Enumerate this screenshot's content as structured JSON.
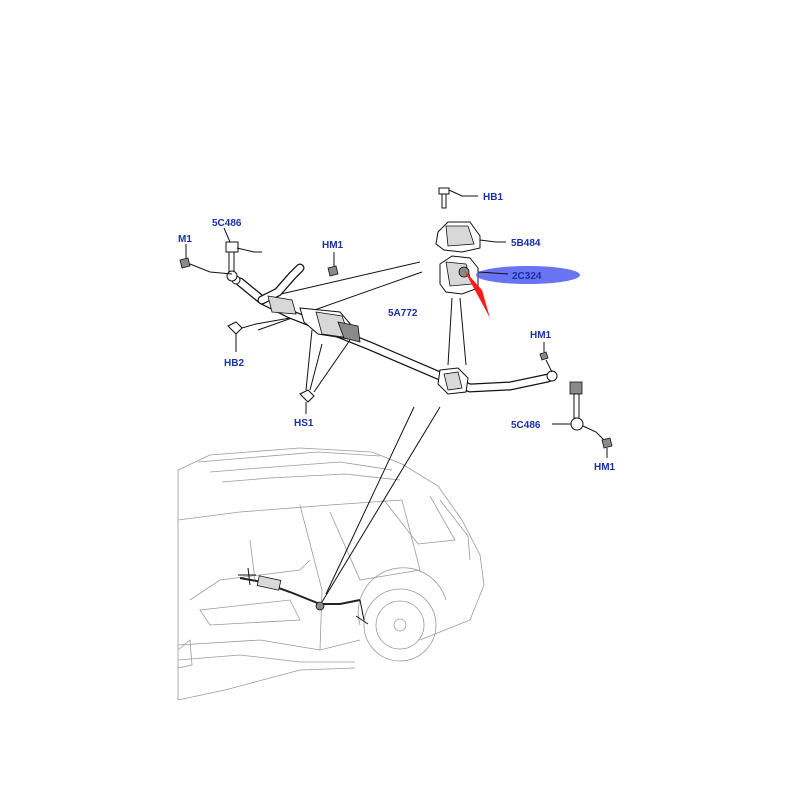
{
  "diagram": {
    "labels": {
      "hb1": "HB1",
      "b484": "5B484",
      "c324": "2C324",
      "m1": "M1",
      "c486_left": "5C486",
      "hm1_top": "HM1",
      "a772": "5A772",
      "hm1_right": "HM1",
      "hb2": "HB2",
      "hs1": "HS1",
      "c486_right": "5C486",
      "hm1_bottom": "HM1"
    },
    "highlight": {
      "part": "2C324",
      "color": "#4d5cf0",
      "arrow_color": "#ff1a1a"
    }
  }
}
